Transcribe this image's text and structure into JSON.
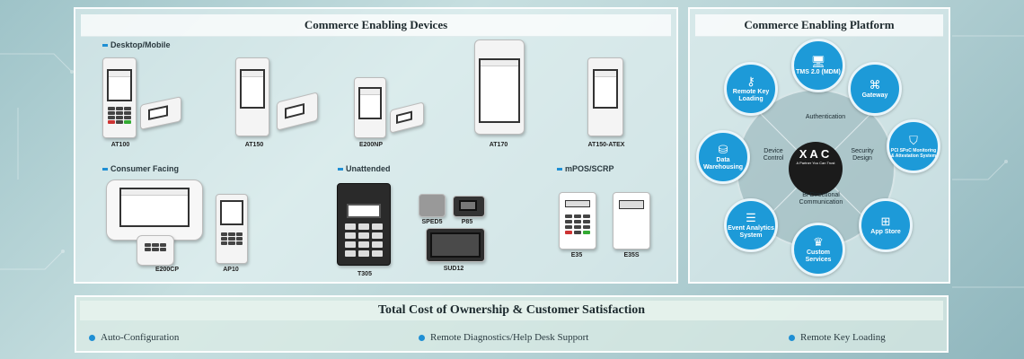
{
  "devices_panel": {
    "title": "Commerce Enabling Devices"
  },
  "platform_panel": {
    "title": "Commerce Enabling Platform"
  },
  "sections": {
    "desktop": "Desktop/Mobile",
    "consumer": "Consumer Facing",
    "unattended": "Unattended",
    "mpos": "mPOS/SCRP"
  },
  "devices": {
    "at100": "AT100",
    "at150": "AT150",
    "e200np": "E200NP",
    "at170": "AT170",
    "at150_atex": "AT150-ATEX",
    "e200cp": "E200CP",
    "ap10": "AP10",
    "t305": "T305",
    "sped5": "SPED5",
    "p85": "P85",
    "sud12": "SUD12",
    "e35": "E35",
    "e35s": "E35S"
  },
  "platform": {
    "center_logo": "XAC",
    "center_tagline": "A Partner You Can Trust",
    "ring": {
      "top": "Authentication",
      "left": "Device Control",
      "right": "Security Design",
      "bottom": "Bi-Directional Communication"
    },
    "nodes": {
      "tms": "TMS 2.0 (MDM)",
      "gateway": "Gateway",
      "pci": "PCI SPoC Monitoring & Attestation System",
      "app_store": "App Store",
      "custom": "Custom Services",
      "event": "Event Analytics System",
      "data": "Data Warehousing",
      "remote_key": "Remote Key Loading"
    },
    "icons": {
      "tms": "monitor-icon",
      "gateway": "network-icon",
      "pci": "shield-icon",
      "app_store": "apps-icon",
      "custom": "crown-icon",
      "event": "checklist-icon",
      "data": "database-icon",
      "remote_key": "key-icon"
    },
    "accent_color": "#1d9ad8"
  },
  "bottom": {
    "title": "Total Cost of Ownership & Customer Satisfaction",
    "items": [
      "Auto-Configuration",
      "Remote Diagnostics/Help Desk Support",
      "Remote Key Loading"
    ]
  }
}
